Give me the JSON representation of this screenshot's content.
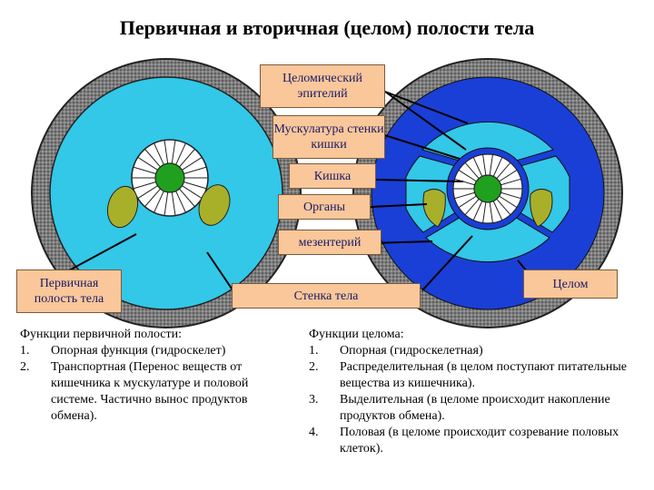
{
  "title": "Первичная и вторичная (целом) полости тела",
  "labels": {
    "coelomic_epithelium": "Целомический эпителий",
    "gut_wall_muscles": "Мускулатура стенки кишки",
    "gut": "Кишка",
    "organs": "Органы",
    "mesentery": "мезентерий",
    "primary_cavity": "Первичная полость тела",
    "body_wall": "Стенка тела",
    "coelom": "Целом"
  },
  "primary_functions": {
    "heading": "Функции первичной полости:",
    "items": [
      {
        "num": "1.",
        "text": "Опорная функция (гидроскелет)"
      },
      {
        "num": "2.",
        "text": "Транспортная (Перенос веществ от кишечника к мускулатуре и половой системе. Частично вынос продуктов обмена)."
      }
    ]
  },
  "coelom_functions": {
    "heading": "Функции целома:",
    "items": [
      {
        "num": "1.",
        "text": "Опорная (гидроскелетная)"
      },
      {
        "num": "2.",
        "text": "Распределительная (в целом поступают питательные вещества из кишечника)."
      },
      {
        "num": "3.",
        "text": "Выделительная (в целоме происходит накопление продуктов обмена)."
      },
      {
        "num": "4.",
        "text": "Половая (в целоме происходит созревание половых клеток)."
      }
    ]
  },
  "colors": {
    "label_fill": "#f9c79a",
    "cavity_fill": "#33c7e8",
    "coelom_lining": "#1a3fd6",
    "gut_green": "#1fa01f",
    "organ_olive": "#a8b02a",
    "wall_grey": "#8c8c8c"
  }
}
